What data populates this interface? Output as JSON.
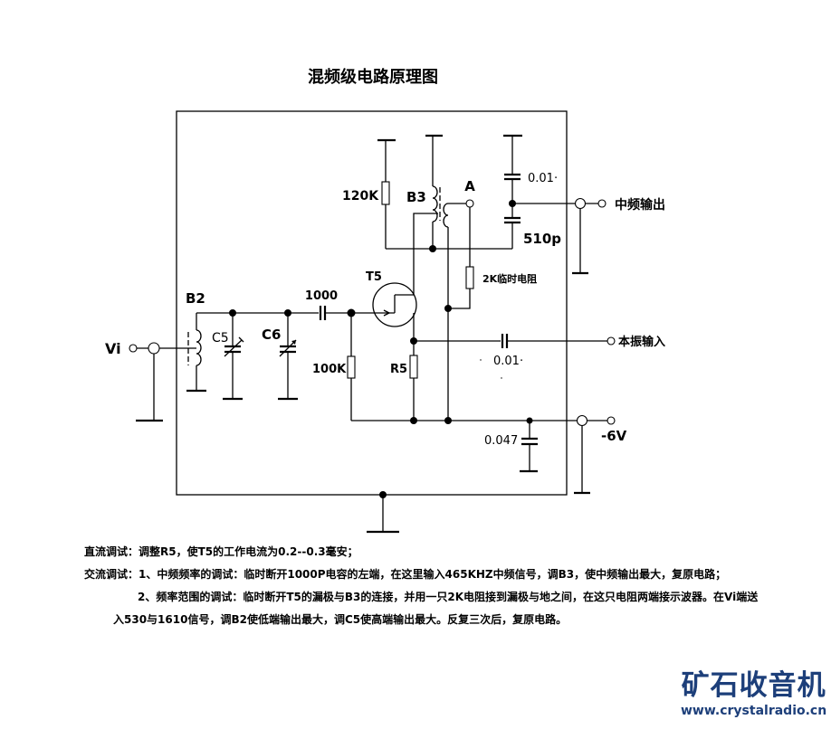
{
  "title": "混频级电路原理图",
  "labels": {
    "vi": "Vi",
    "b2": "B2",
    "c5": "C5",
    "c6": "C6",
    "cap_1000": "1000",
    "r_100k": "100K",
    "t5": "T5",
    "r5": "R5",
    "r_120k": "120K",
    "b3": "B3",
    "point_a": "A",
    "r_2k": "2K临时电阻",
    "cap_001_top": "0.01·",
    "cap_510p": "510p",
    "if_out": "中频输出",
    "lo_in": "本振输入",
    "cap_001_lo": "0.01·",
    "cap_0047": "0.047",
    "supply": "-6V"
  },
  "notes": {
    "line1": "直流调试：调整R5，使T5的工作电流为0.2--0.3毫安；",
    "line2": "交流调试：1、中频频率的调试：临时断开1000P电容的左端，在这里输入465KHZ中频信号，调B3，使中频输出最大，复原电路；",
    "line3": "2、频率范围的调试：临时断开T5的漏极与B3的连接，并用一只2K电阻接到漏极与地之间，在这只电阻两端接示波器。在Vi端送",
    "line4": "入530与1610信号，调B2使低端输出最大，调C5使高端输出最大。反复三次后，复原电路。"
  },
  "logo": {
    "name": "矿石收音机",
    "url": "www.crystalradio.cn",
    "color": "#1d3f7a"
  }
}
